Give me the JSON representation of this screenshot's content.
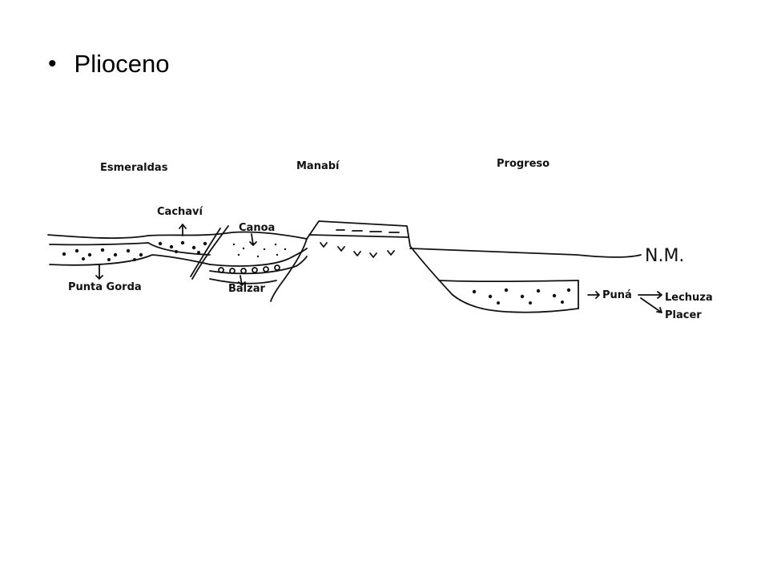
{
  "slide": {
    "bullet": "•",
    "title": "Plioceno"
  },
  "diagram": {
    "regions": {
      "esmeraldas": "Esmeraldas",
      "manabi": "Manabí",
      "progreso": "Progreso"
    },
    "formations": {
      "cachavi": "Cachaví",
      "canoa": "Canoa",
      "punta_gorda": "Punta Gorda",
      "balzar": "Balzar",
      "puna": "Puná",
      "lechuza": "Lechuza",
      "placer": "Placer"
    },
    "sea_level": "N.M."
  }
}
